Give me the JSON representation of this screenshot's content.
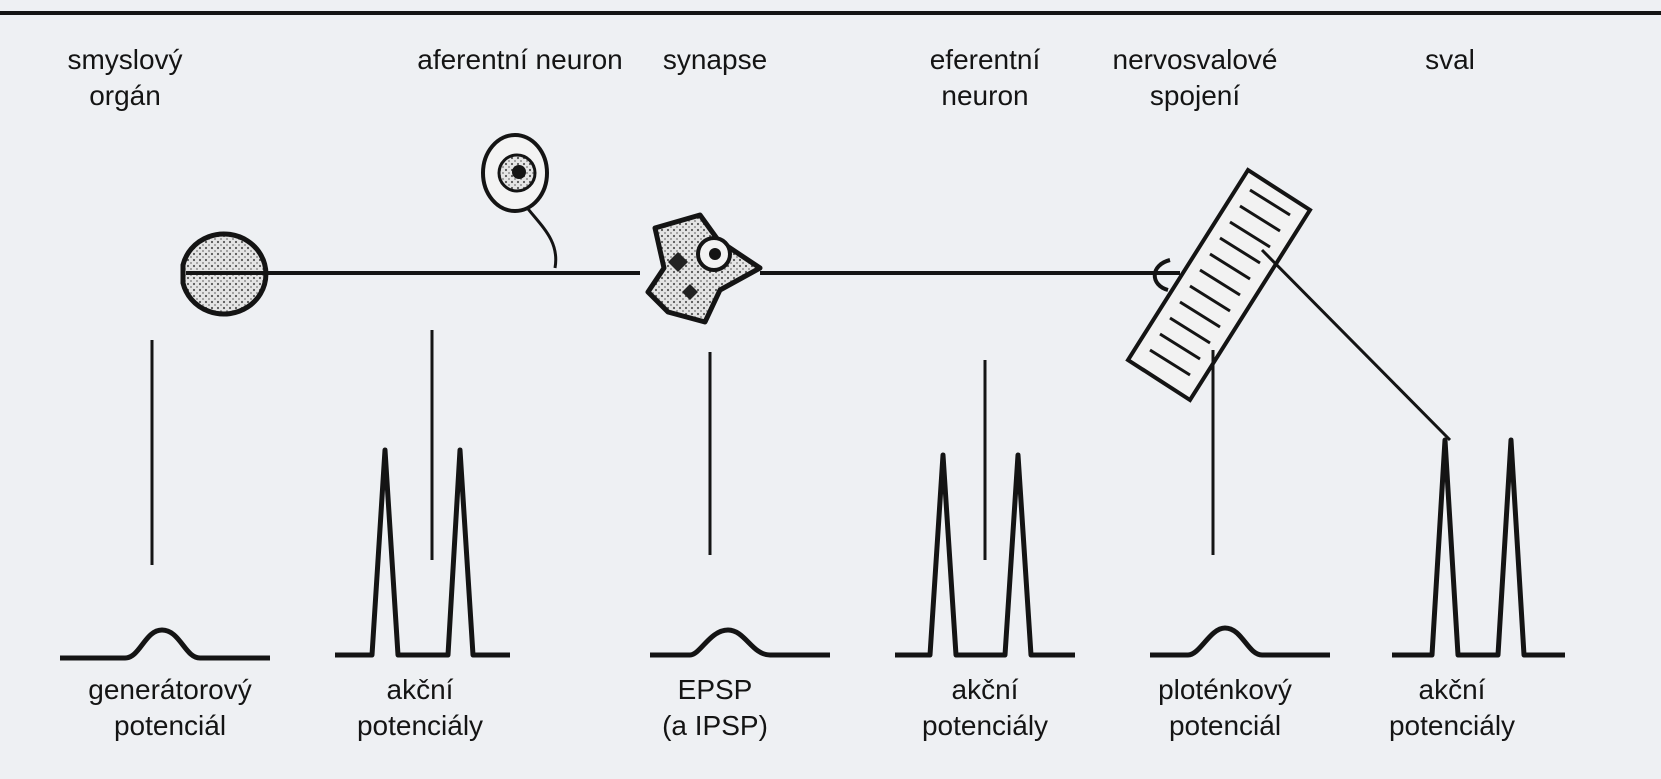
{
  "top_labels": {
    "sensory_organ": [
      "smyslový",
      "orgán"
    ],
    "afferent_neuron": [
      "aferentní neuron"
    ],
    "synapse": [
      "synapse"
    ],
    "efferent_neuron": [
      "eferentní",
      "neuron"
    ],
    "neuromuscular_junction": [
      "nervosvalové",
      "spojení"
    ],
    "muscle": [
      "sval"
    ]
  },
  "bottom_labels": {
    "generator_potential": [
      "generátorový",
      "potenciál"
    ],
    "action_potentials_1": [
      "akční",
      "potenciály"
    ],
    "epsp": [
      "EPSP",
      "(a IPSP)"
    ],
    "action_potentials_2": [
      "akční",
      "potenciály"
    ],
    "endplate_potential": [
      "ploténkový",
      "potenciál"
    ],
    "action_potentials_3": [
      "akční",
      "potenciály"
    ]
  },
  "colors": {
    "background": "#eef0f3",
    "ink": "#141414",
    "stipple": "#9a9a9a"
  }
}
